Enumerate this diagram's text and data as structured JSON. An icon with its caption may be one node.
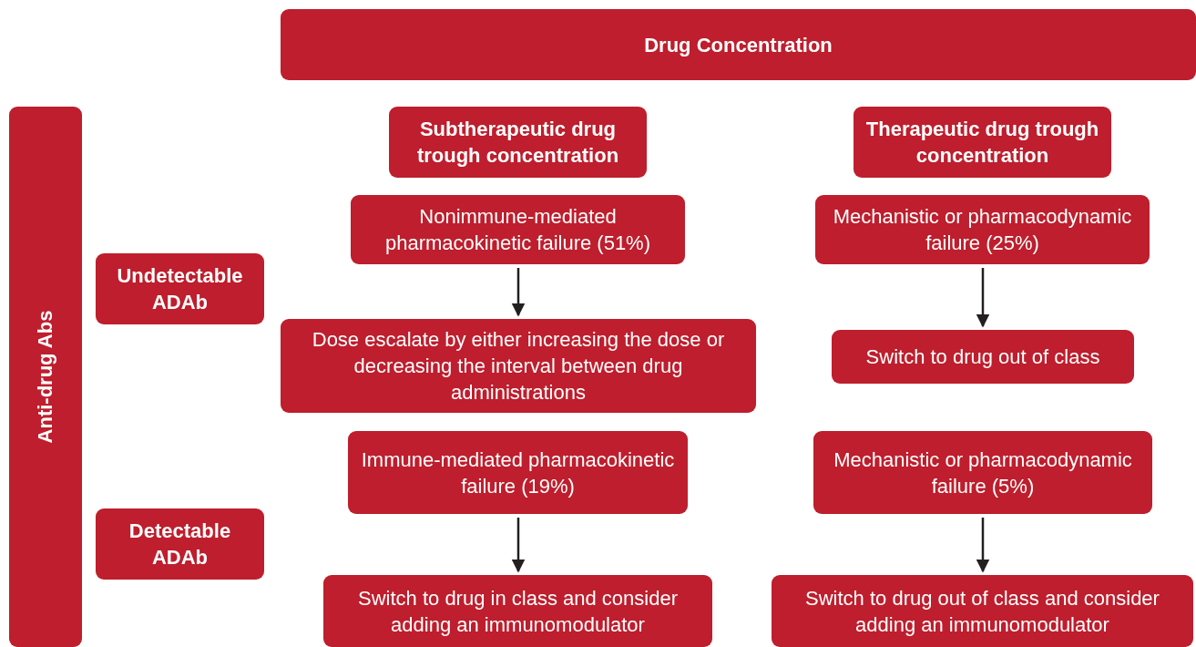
{
  "diagram": {
    "nodes": [
      {
        "text": [
          "Drug Concentration"
        ]
      },
      {
        "text": [
          "Anti-drug Abs"
        ]
      },
      {
        "text": [
          "Subtherapeutic drug trough concentration"
        ]
      },
      {
        "text": [
          "Therapeutic drug trough concentration"
        ]
      },
      {
        "text": [
          "Undetectable ADAb"
        ]
      },
      {
        "text": [
          "Nonimmune-mediated pharmacokinetic failure (51%)"
        ]
      },
      {
        "text": [
          "Mechanistic or pharmacodynamic failure (25%)"
        ]
      },
      {
        "text": [
          "Dose escalate by either increasing the dose or decreasing the interval between drug administrations"
        ]
      },
      {
        "text": [
          "Switch to drug out of class"
        ]
      },
      {
        "text": [
          "Immune-mediated pharmacokinetic failure (19%)"
        ]
      },
      {
        "text": [
          "Mechanistic or pharmacodynamic failure (5%)"
        ]
      },
      {
        "text": [
          "Detectable ADAb"
        ]
      },
      {
        "text": [
          "Switch to drug in class and consider adding an immunomodulator"
        ]
      },
      {
        "text": [
          "Switch to drug out of class and consider adding an immunomodulator"
        ]
      }
    ],
    "edges": [
      {
        "from": 5,
        "to": 7,
        "arrow": "to"
      },
      {
        "from": 6,
        "to": 8,
        "arrow": "to"
      },
      {
        "from": 9,
        "to": 12,
        "arrow": "to"
      },
      {
        "from": 10,
        "to": 13,
        "arrow": "to"
      }
    ]
  }
}
